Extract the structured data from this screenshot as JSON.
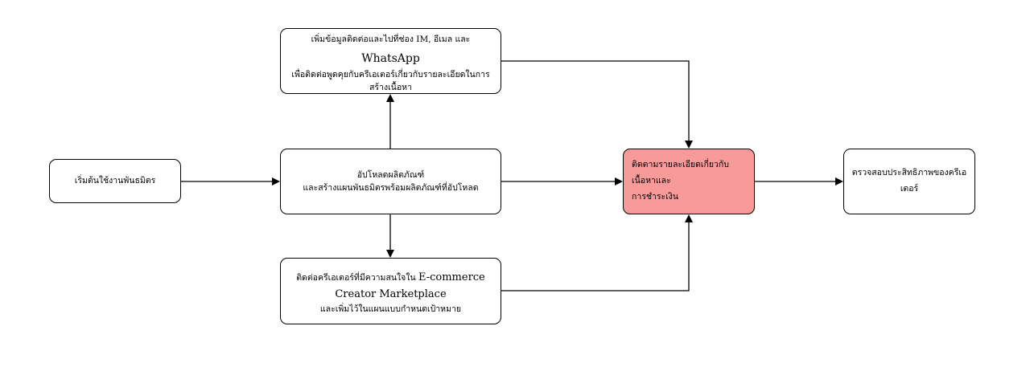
{
  "colors": {
    "stroke": "#000000",
    "highlight": "#f89a9a",
    "background": "#ffffff"
  },
  "nodes": {
    "start": {
      "line1": "เริ่มต้นใช้งานพันธมิตร"
    },
    "contact": {
      "line1_th": "เพิ่มข้อมูลติดต่อและไปที่ช่อง IM, อีเมล และ ",
      "line1_en": "WhatsApp",
      "line2": "เพื่อติดต่อพูดคุยกับครีเอเตอร์เกี่ยวกับรายละเอียดในการสร้างเนื้อหา"
    },
    "upload": {
      "line1": "อัปโหลดผลิตภัณฑ์",
      "line2": "และสร้างแผนพันธมิตรพร้อมผลิตภัณฑ์ที่อัปโหลด"
    },
    "reach": {
      "line1_th": "ติดต่อครีเอเตอร์ที่มีความสนใจใน ",
      "line1_en": "E-commerce",
      "line2": "Creator Marketplace",
      "line3": "และเพิ่มไว้ในแผนแบบกำหนดเป้าหมาย"
    },
    "track": {
      "line1": "ติดตามรายละเอียดเกี่ยวกับเนื้อหาและ",
      "line2": "การชำระเงิน"
    },
    "check": {
      "line1": "ตรวจสอบประสิทธิภาพของครีเอ",
      "line2": "เตอร์"
    }
  }
}
